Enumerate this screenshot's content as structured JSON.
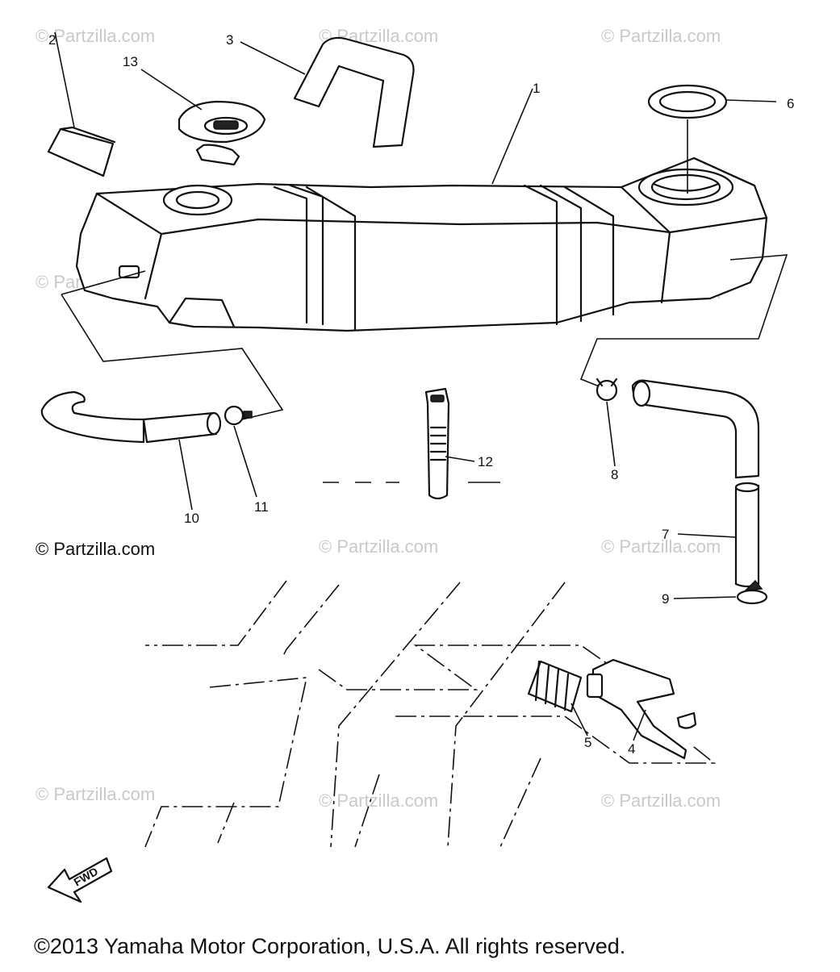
{
  "callouts": {
    "p1": "1",
    "p2": "2",
    "p3": "3",
    "p4": "4",
    "p5": "5",
    "p6": "6",
    "p7": "7",
    "p8": "8",
    "p9": "9",
    "p10": "10",
    "p11": "11",
    "p12": "12",
    "p13": "13"
  },
  "watermark": "© Partzilla.com",
  "side_credit": "© Partzilla.com",
  "fwd_label": "FWD",
  "copyright": "©2013 Yamaha Motor Corporation, U.S.A. All rights reserved."
}
